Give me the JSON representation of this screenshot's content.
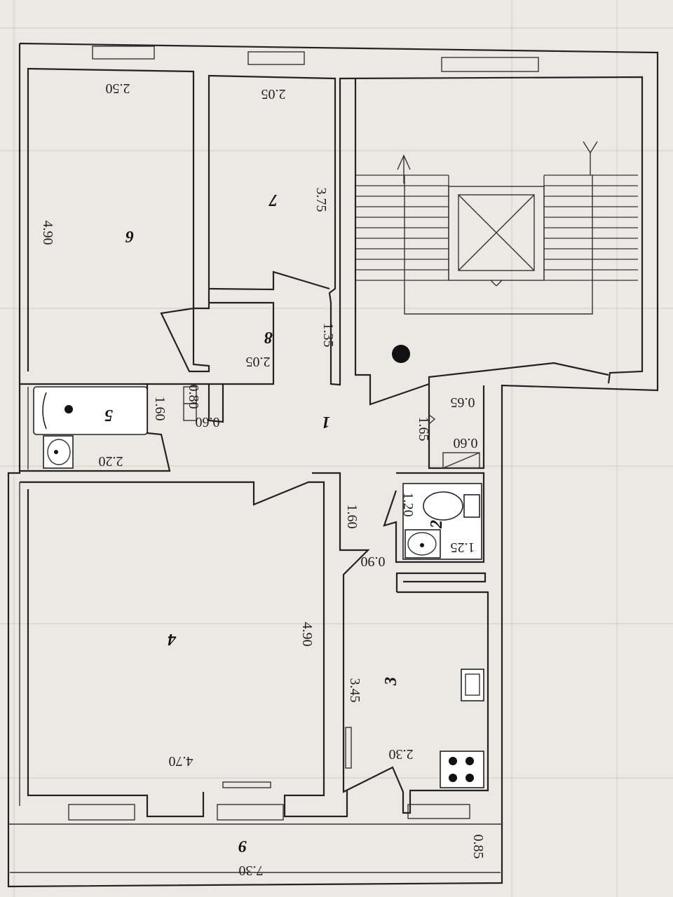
{
  "rooms": [
    {
      "id": "room-1",
      "number": "1",
      "dims": [
        "1.35",
        "1.65",
        "1.60"
      ]
    },
    {
      "id": "room-2",
      "number": "2",
      "dims": [
        "1.20",
        "1.25",
        "0.90"
      ]
    },
    {
      "id": "room-3",
      "number": "3",
      "dims": [
        "3.45",
        "2.30"
      ]
    },
    {
      "id": "room-4",
      "number": "4",
      "dims": [
        "4.90",
        "4.70"
      ]
    },
    {
      "id": "room-5",
      "number": "5",
      "dims": [
        "1.60",
        "2.20"
      ]
    },
    {
      "id": "room-6",
      "number": "6",
      "dims": [
        "4.90",
        "2.50"
      ]
    },
    {
      "id": "room-7",
      "number": "7",
      "dims": [
        "3.75",
        "2.05"
      ]
    },
    {
      "id": "room-8",
      "number": "8",
      "dims": [
        "2.05"
      ]
    },
    {
      "id": "room-9",
      "number": "9",
      "dims": [
        "7.30",
        "0.85"
      ]
    }
  ],
  "closets": [
    {
      "id": "closet-a",
      "dims": [
        "0.80",
        "0.60"
      ]
    },
    {
      "id": "closet-b",
      "dims": [
        "0.65",
        "0.60"
      ]
    }
  ]
}
